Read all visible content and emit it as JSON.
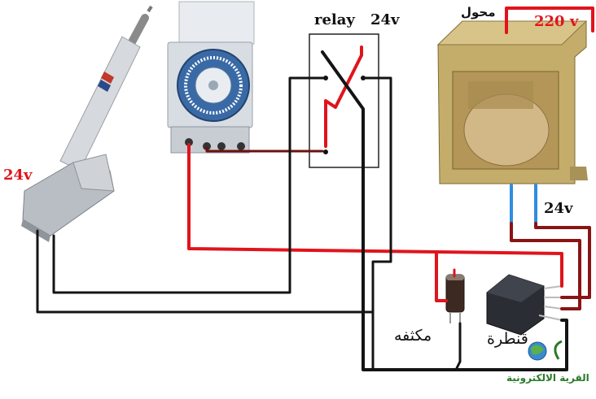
{
  "labels": {
    "relay": "relay",
    "relay_voltage": "24v",
    "mains_voltage": "220 v",
    "transformer": "محول",
    "actuator_voltage": "24v",
    "transformer_output": "24v",
    "capacitor": "مكثفه",
    "bridge": "قنطرة"
  },
  "watermark": {
    "brand_text": "القرية الالكترونية",
    "logo_icon": "globe-logo-icon"
  },
  "colors": {
    "wire_red": "#e0141c",
    "wire_black": "#141414",
    "wire_darkred": "#8a1414",
    "wire_blue": "#2f8de0",
    "transformer_core": "#b8a060",
    "timer_body": "#dfe3e8",
    "timer_dial": "#2f5f9a"
  },
  "components": {
    "actuator": "linear-actuator",
    "timer": "din-timer",
    "relay": "relay-switch",
    "transformer": "step-down-transformer",
    "capacitor": "electrolytic-capacitor",
    "bridge": "bridge-rectifier"
  }
}
